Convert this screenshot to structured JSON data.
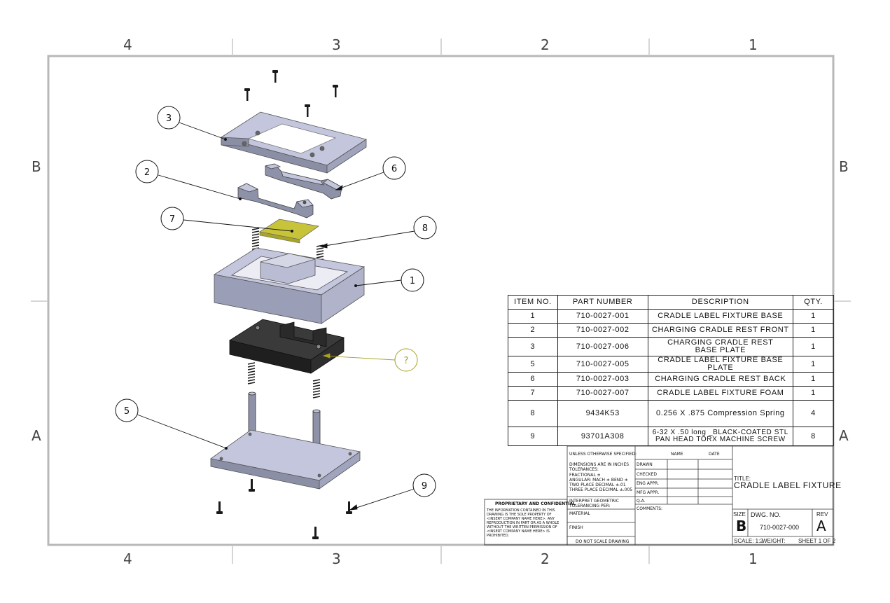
{
  "border": {
    "top_zones": [
      "4",
      "3",
      "2",
      "1"
    ],
    "bottom_zones": [
      "4",
      "3",
      "2",
      "1"
    ],
    "left_zones": [
      "B",
      "A"
    ],
    "right_zones": [
      "B",
      "A"
    ]
  },
  "balloons": [
    "1",
    "2",
    "3",
    "5",
    "6",
    "7",
    "8",
    "9",
    "?"
  ],
  "bom": {
    "headers": [
      "ITEM NO.",
      "PART NUMBER",
      "DESCRIPTION",
      "QTY."
    ],
    "rows": [
      {
        "item": "1",
        "part": "710-0027-001",
        "desc": "CRADLE LABEL FIXTURE BASE",
        "qty": "1"
      },
      {
        "item": "2",
        "part": "710-0027-002",
        "desc": "CHARGING CRADLE REST FRONT",
        "qty": "1"
      },
      {
        "item": "3",
        "part": "710-0027-006",
        "desc": "CHARGING CRADLE REST BASE PLATE",
        "qty": "1"
      },
      {
        "item": "5",
        "part": "710-0027-005",
        "desc": "CRADLE LABEL FIXTURE BASE PLATE",
        "qty": "1"
      },
      {
        "item": "6",
        "part": "710-0027-003",
        "desc": "CHARGING CRADLE REST BACK",
        "qty": "1"
      },
      {
        "item": "7",
        "part": "710-0027-007",
        "desc": "CRADLE LABEL FIXTURE FOAM",
        "qty": "1"
      },
      {
        "item": "8",
        "part": "9434K53",
        "desc": "0.256 X .875 Compression Spring",
        "qty": "4"
      },
      {
        "item": "9",
        "part": "93701A308",
        "desc": "6-32 X .50 long _BLACK-COATED STL PAN HEAD TORX MACHINE SCREW",
        "qty": "8"
      }
    ]
  },
  "title_block": {
    "unless_specified": "UNLESS OTHERWISE SPECIFIED:",
    "name_header": "NAME",
    "date_header": "DATE",
    "dimensions": "DIMENSIONS ARE IN INCHES",
    "tolerances": "TOLERANCES:",
    "fractional": "FRACTIONAL ±",
    "angular": "ANGULAR: MACH ±   BEND ±",
    "two_place": "TWO PLACE DECIMAL   ±.01",
    "three_place": "THREE PLACE DECIMAL  ±.005",
    "drawn": "DRAWN",
    "checked": "CHECKED",
    "eng_appr": "ENG APPR.",
    "mfg_appr": "MFG APPR.",
    "qa": "Q.A.",
    "comments": "COMMENTS:",
    "interpret": "INTERPRET GEOMETRIC TOLERANCING PER:",
    "material": "MATERIAL",
    "finish": "FINISH",
    "no_scale": "DO NOT SCALE DRAWING",
    "proprietary_title": "PROPRIETARY AND CONFIDENTIAL",
    "proprietary_text": "THE INFORMATION CONTAINED IN THIS DRAWING IS THE SOLE PROPERTY OF <INSERT COMPANY NAME HERE>. ANY REPRODUCTION IN PART OR AS A WHOLE WITHOUT THE WRITTEN PERMISSION OF <INSERT COMPANY NAME HERE> IS PROHIBITED.",
    "title_label": "TITLE:",
    "title": "CRADLE LABEL FIXTURE",
    "size_label": "SIZE",
    "size": "B",
    "dwg_label": "DWG.  NO.",
    "dwg_no": "710-0027-000",
    "rev_label": "REV",
    "rev": "A",
    "scale": "SCALE: 1:2",
    "weight": "WEIGHT:",
    "sheet": "SHEET 1 OF 2"
  },
  "colors": {
    "part_face": "#b9bdd6",
    "part_dark": "#8a8ea8",
    "black_part": "#2b2b2b",
    "foam": "#c8c43a",
    "balloon_highlight": "#a8a020"
  }
}
